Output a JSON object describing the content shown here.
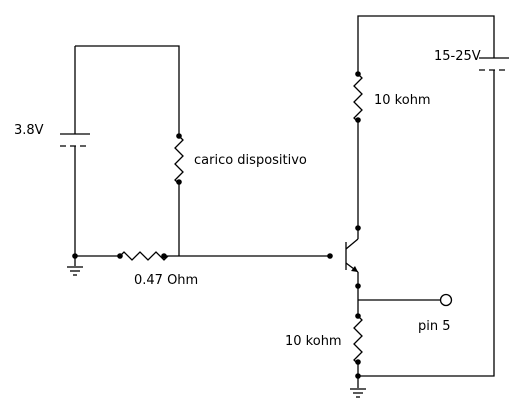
{
  "battery_left_label": "3.8V",
  "battery_right_label": "15-25V",
  "load_label": "carico dispositivo",
  "shunt_label": "0.47 Ohm",
  "collector_resistor_label": "10 kohm",
  "emitter_resistor_label": "10 kohm",
  "output_label": "pin 5"
}
